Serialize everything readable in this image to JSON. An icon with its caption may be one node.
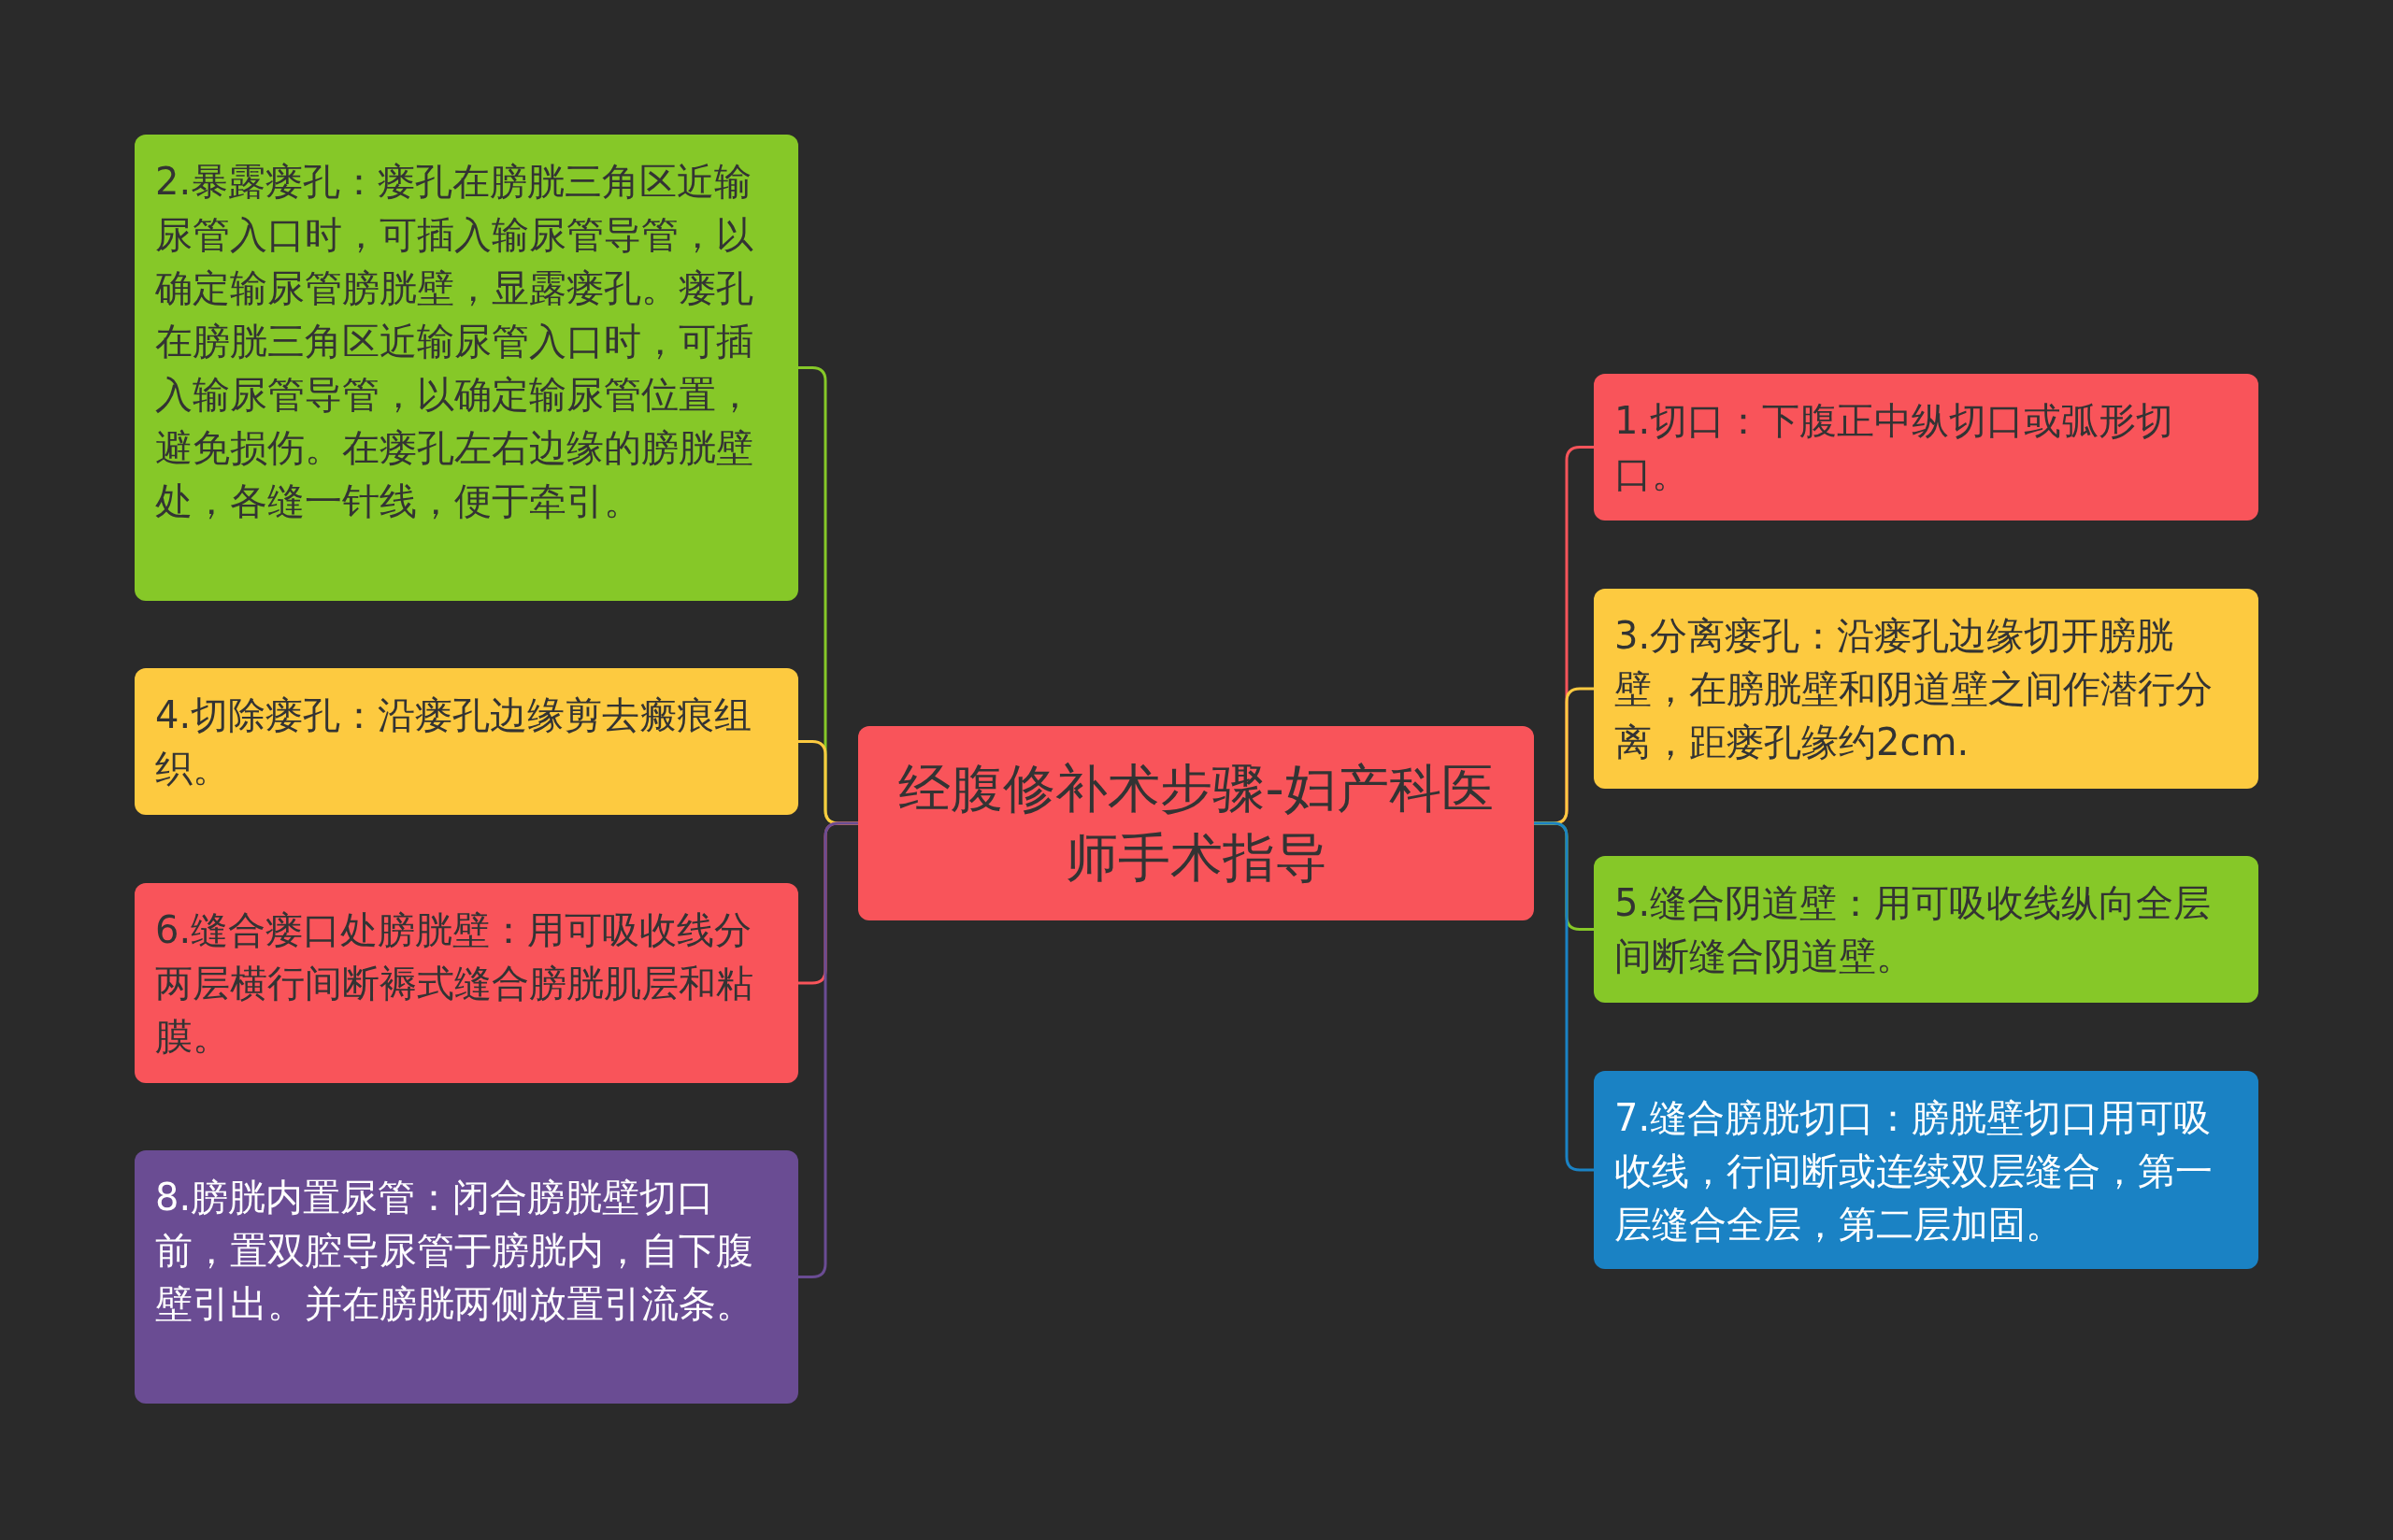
{
  "diagram": {
    "nodes": [
      {
        "text": [
          "经腹修补术步骤-妇产科医师手术指导"
        ]
      },
      {
        "text": [
          "1.切口：下腹正中纵切口或弧形切口。"
        ]
      },
      {
        "text": [
          "2.暴露瘘孔：瘘孔在膀胱三角区近输尿管入口时，可插入输尿管导管，以确定输尿管膀胱壁，显露瘘孔。瘘孔在膀胱三角区近输尿管入口时，可插入输尿管导管，以确定输尿管位置，避免损伤。在瘘孔左右边缘的膀胱壁处，各缝一针线，便于牵引。"
        ]
      },
      {
        "text": [
          "3.分离瘘孔：沿瘘孔边缘切开膀胱壁，在膀胱壁和阴道壁之间作潜行分离，距瘘孔缘约2cm."
        ]
      },
      {
        "text": [
          "4.切除瘘孔：沿瘘孔边缘剪去瘢痕组织。"
        ]
      },
      {
        "text": [
          "5.缝合阴道壁：用可吸收线纵向全层间断缝合阴道壁。"
        ]
      },
      {
        "text": [
          "6.缝合瘘口处膀胱壁：用可吸收线分两层横行间断褥式缝合膀胱肌层和粘膜。"
        ]
      },
      {
        "text": [
          "7.缝合膀胱切口：膀胱壁切口用可吸收线，行间断或连续双层缝合，第一层缝合全层，第二层加固。"
        ]
      },
      {
        "text": [
          "8.膀胱内置尿管：闭合膀胱壁切口前，置双腔导尿管于膀胱内，自下腹壁引出。并在膀胱两侧放置引流条。"
        ]
      }
    ],
    "edges": [
      {
        "from": 0,
        "to": 1,
        "arrow": "none",
        "color": "#f9545a"
      },
      {
        "from": 0,
        "to": 2,
        "arrow": "none",
        "color": "#86c828"
      },
      {
        "from": 0,
        "to": 3,
        "arrow": "none",
        "color": "#fdca40"
      },
      {
        "from": 0,
        "to": 4,
        "arrow": "none",
        "color": "#fdca40"
      },
      {
        "from": 0,
        "to": 5,
        "arrow": "none",
        "color": "#86c828"
      },
      {
        "from": 0,
        "to": 6,
        "arrow": "none",
        "color": "#f9545a"
      },
      {
        "from": 0,
        "to": 7,
        "arrow": "none",
        "color": "#1a82c4"
      },
      {
        "from": 0,
        "to": 8,
        "arrow": "none",
        "color": "#6a4c93"
      }
    ]
  }
}
